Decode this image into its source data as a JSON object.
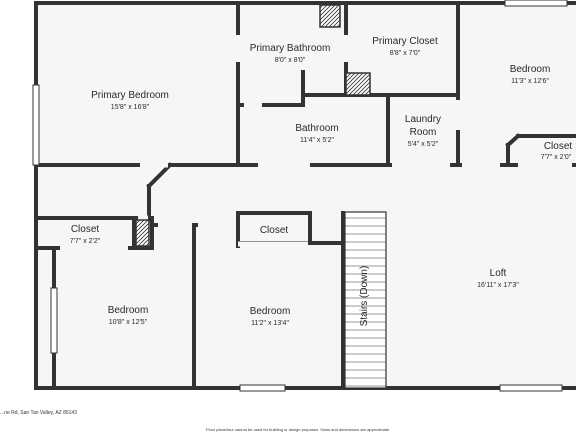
{
  "rooms": {
    "primary_bedroom": {
      "name": "Primary Bedroom",
      "dims": "15'8\" x 16'8\""
    },
    "primary_bathroom": {
      "name": "Primary Bathroom",
      "dims": "8'0\" x 8'0\""
    },
    "primary_closet": {
      "name": "Primary Closet",
      "dims": "8'8\" x 7'0\""
    },
    "bedroom_ne": {
      "name": "Bedroom",
      "dims": "11'3\" x 12'6\""
    },
    "bathroom": {
      "name": "Bathroom",
      "dims": "11'4\" x 5'2\""
    },
    "laundry": {
      "name": "Laundry Room",
      "name_line1": "Laundry",
      "name_line2": "Room",
      "dims": "5'4\" x 5'2\""
    },
    "closet_ne": {
      "name": "Closet",
      "dims": "7'7\" x 2'0\""
    },
    "closet_w": {
      "name": "Closet",
      "dims": "7'7\" x 2'2\""
    },
    "closet_mid": {
      "name": "Closet"
    },
    "bedroom_sw": {
      "name": "Bedroom",
      "dims": "10'8\" x 12'5\""
    },
    "bedroom_s": {
      "name": "Bedroom",
      "dims": "11'2\" x 13'4\""
    },
    "stairs": {
      "name": "Stairs (Down)"
    },
    "loft": {
      "name": "Loft",
      "dims": "16'11\" x 17'3\""
    }
  },
  "footer": {
    "address": "...ne Rd, San Tan Valley, AZ 85143",
    "disclaimer": "Floor plans/tour cannot be used for building or design purposes. Sizes and dimensions are approximate."
  },
  "colors": {
    "wall": "#333333",
    "window": "#bdbdbd",
    "floor": "#f6f6f6"
  }
}
